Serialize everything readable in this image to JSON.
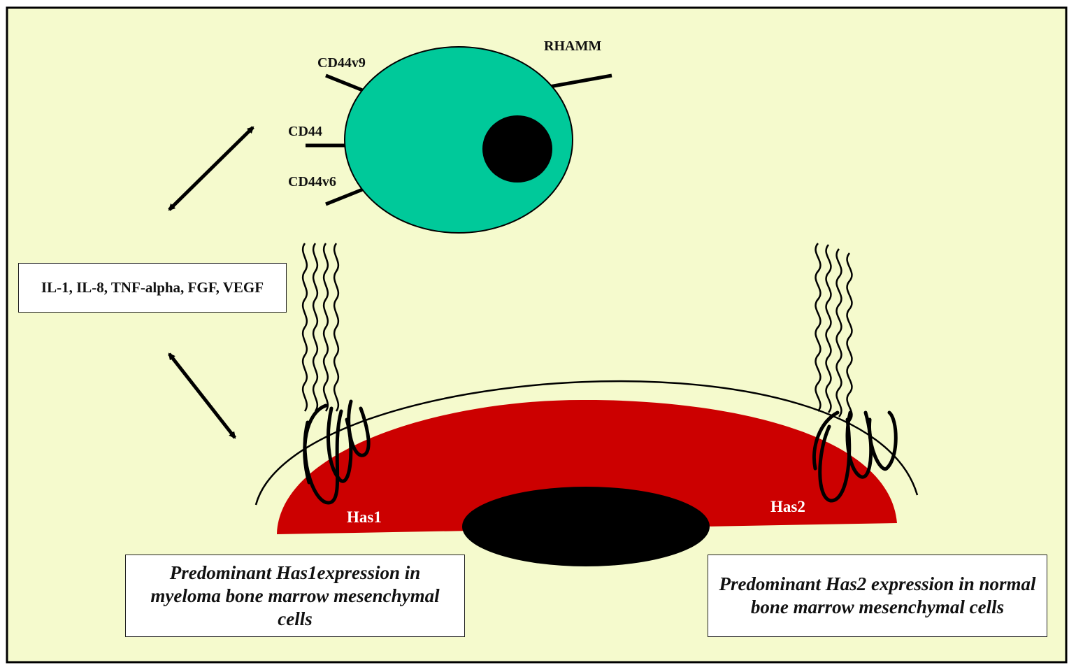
{
  "colors": {
    "background": "#f5facd",
    "myeloma_cell": "#00c99a",
    "stromal_cell": "#cc0000",
    "nucleus": "#000000",
    "label_on_red": "#ffffff"
  },
  "receptors": {
    "cd44v9": "CD44v9",
    "rhamm": "RHAMM",
    "cd44": "CD44",
    "cd44v6": "CD44v6"
  },
  "cytokines": "IL-1, IL-8, TNF-alpha, FGF, VEGF",
  "enzymes": {
    "has1": "Has1",
    "has2": "Has2"
  },
  "captions": {
    "left": "Predominant Has1expression in myeloma bone marrow mesenchymal cells",
    "right": "Predominant Has2 expression in normal bone marrow mesenchymal cells"
  },
  "icons": [
    "double-arrow-icon",
    "hyaluronan-chain-icon",
    "has-enzyme-loop-icon"
  ]
}
